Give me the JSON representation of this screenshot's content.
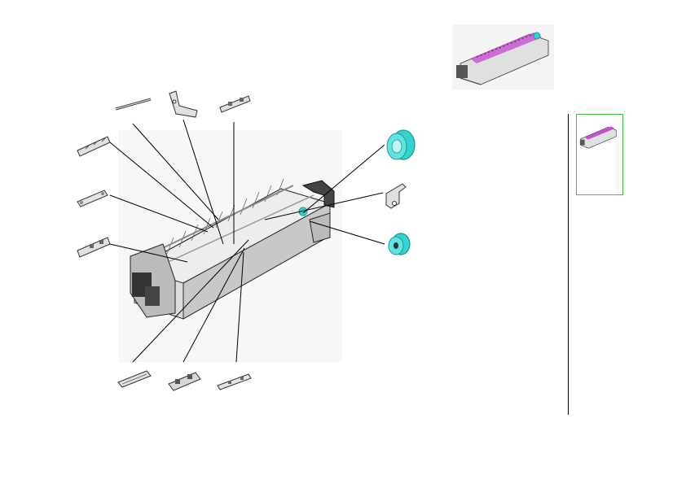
{
  "colors": {
    "roller": "#33d4d0",
    "roller_dark": "#1a9a97",
    "outline": "#2a2a2a",
    "metal": "#d8d8d8",
    "metal_dark": "#a8a8a8",
    "highlight": "#c84fd1",
    "thumbnail_frame": "#3cc43c"
  },
  "icons": {
    "overview": "assembly-overview-icon",
    "thumbnail": "assembly-thumbnail-icon",
    "roller": "roller-icon",
    "bracket": "bracket-icon"
  },
  "parts": [
    {
      "id": "rod"
    },
    {
      "id": "bracket-arm-top"
    },
    {
      "id": "guide-plate-top-right"
    },
    {
      "id": "guide-plate-left-upper"
    },
    {
      "id": "side-plate-left"
    },
    {
      "id": "guide-plate-left-lower"
    },
    {
      "id": "roller-large"
    },
    {
      "id": "bracket-small-right"
    },
    {
      "id": "roller-small"
    },
    {
      "id": "plate-bottom-left"
    },
    {
      "id": "clip-bottom-middle"
    },
    {
      "id": "strip-bottom-right"
    }
  ]
}
